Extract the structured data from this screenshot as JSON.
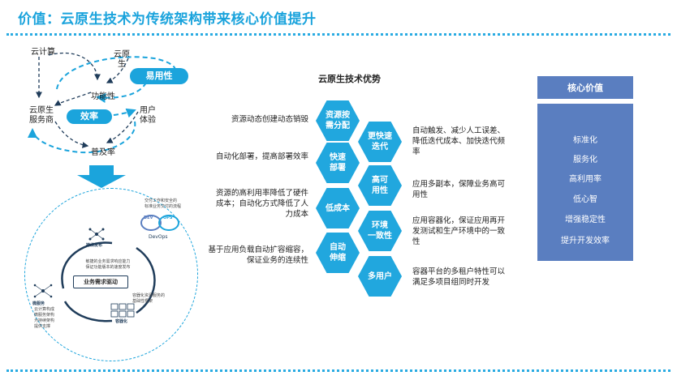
{
  "title": "价值：云原生技术为传统架构带来核心价值提升",
  "cycle": {
    "nodes": {
      "cloud_computing": "云计算",
      "cloud_native": "云原\n生",
      "functionality": "功能性",
      "provider": "云原生\n服务商",
      "user": "用户\n体验",
      "adoption": "普及率"
    },
    "pills": {
      "usability": "易用性",
      "efficiency": "效率"
    }
  },
  "devops": {
    "label": "DevOps",
    "dev": "DEV",
    "ops": "OPS",
    "devops_note": "交付工作和安全的\n标准业务交付的流程",
    "continuous_release": "持续发布",
    "agile_note": "敏捷的业务需求响应能力\n保证功能版本的速度发布",
    "business_driven": "业务需求驱动",
    "microservice": "微服务",
    "microservice_note": "云计算构成\n微服务架构\n为持续架构\n提供支撑",
    "container_note": "容器化资源服务的\n基础性框架",
    "container": "容器化"
  },
  "advantages": {
    "heading": "云原生技术优势",
    "hexes": [
      "资源按\n需分配",
      "更快速\n迭代",
      "快速\n部署",
      "高可\n用性",
      "低成本",
      "环境\n一致性",
      "自动\n伸缩",
      "多用户"
    ],
    "left_desc": [
      "资源动态创建动态销毁",
      "自动化部署，提高部署效率",
      "资源的高利用率降低了硬件\n成本；自动化方式降低了人\n力成本",
      "基于应用负载自动扩容缩容，\n保证业务的连续性"
    ],
    "right_desc": [
      "自动触发、减少人工误差、\n降低迭代成本、加快迭代频\n率",
      "应用多副本，保障业务高可\n用性",
      "应用容器化，保证应用再开\n发测试和生产环境中的一致\n性",
      "容器平台的多租户特性可以\n满足多项目组同时开发"
    ]
  },
  "core_value": {
    "heading": "核心价值",
    "items": [
      "标准化",
      "服务化",
      "高利用率",
      "低心智",
      "增强稳定性",
      "提升开发效率"
    ]
  },
  "colors": {
    "accent": "#1ba4dc",
    "core": "#5a7ec0"
  }
}
